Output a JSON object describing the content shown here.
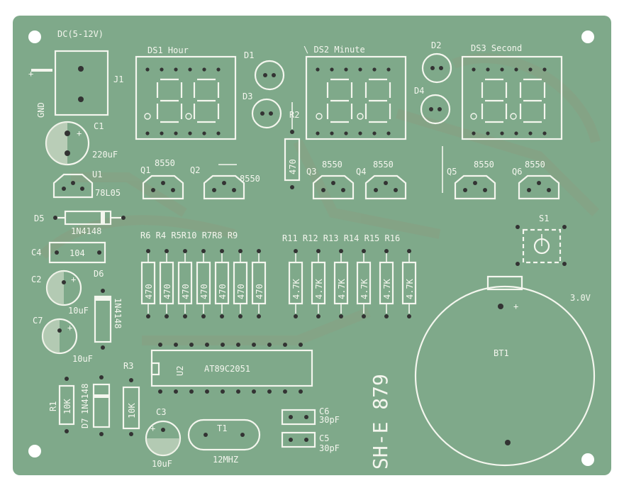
{
  "board": {
    "colors": {
      "board": "#7fa98a",
      "silk": "#f4f6ee",
      "trace": "#8f9a7e"
    },
    "labels": {
      "dc": "DC(5-12V)",
      "j1": "J1",
      "gnd": "GND",
      "plus": "+",
      "c1": "C1",
      "c1_val": "220uF",
      "u1": "U1",
      "u1_val": "78L05",
      "d5": "D5",
      "d5_val": "1N4148",
      "c4": "C4",
      "c4_val": "104",
      "c2": "C2",
      "c2_val": "10uF",
      "d6": "D6",
      "d6_val": "1N4148",
      "c7": "C7",
      "c7_val": "10uF",
      "r1": "R1",
      "r1_val": "10K",
      "d7": "D7",
      "d7_val": "1N4148",
      "r3": "R3",
      "r3_val": "10K",
      "c3": "C3",
      "c3_val": "10uF",
      "t1": "T1",
      "t1_val": "12MHZ",
      "c6": "C6",
      "c6_val": "30pF",
      "c5": "C5",
      "c5_val": "30pF",
      "u2": "U2",
      "u2_val": "AT89C2051",
      "brand": "SH-E 879",
      "ds1": "DS1  Hour",
      "ds2": "\\ DS2 Minute",
      "ds3": "DS3 Second",
      "d1": "D1",
      "d2": "D2",
      "d3": "D3",
      "d4": "D4",
      "r2": "R2",
      "r2_val": "470",
      "q1": "Q1",
      "q2": "Q2",
      "q3": "Q3",
      "q4": "Q4",
      "q5": "Q5",
      "q6": "Q6",
      "q_val": "8550",
      "r_left_row": "R6 R4 R5R10 R7R8 R9",
      "r_right_row": "R11 R12 R13 R14 R15 R16",
      "r470": "470",
      "r47k": "4.7K",
      "s1": "S1",
      "bt1": "BT1",
      "batt_v": "3.0V"
    }
  }
}
